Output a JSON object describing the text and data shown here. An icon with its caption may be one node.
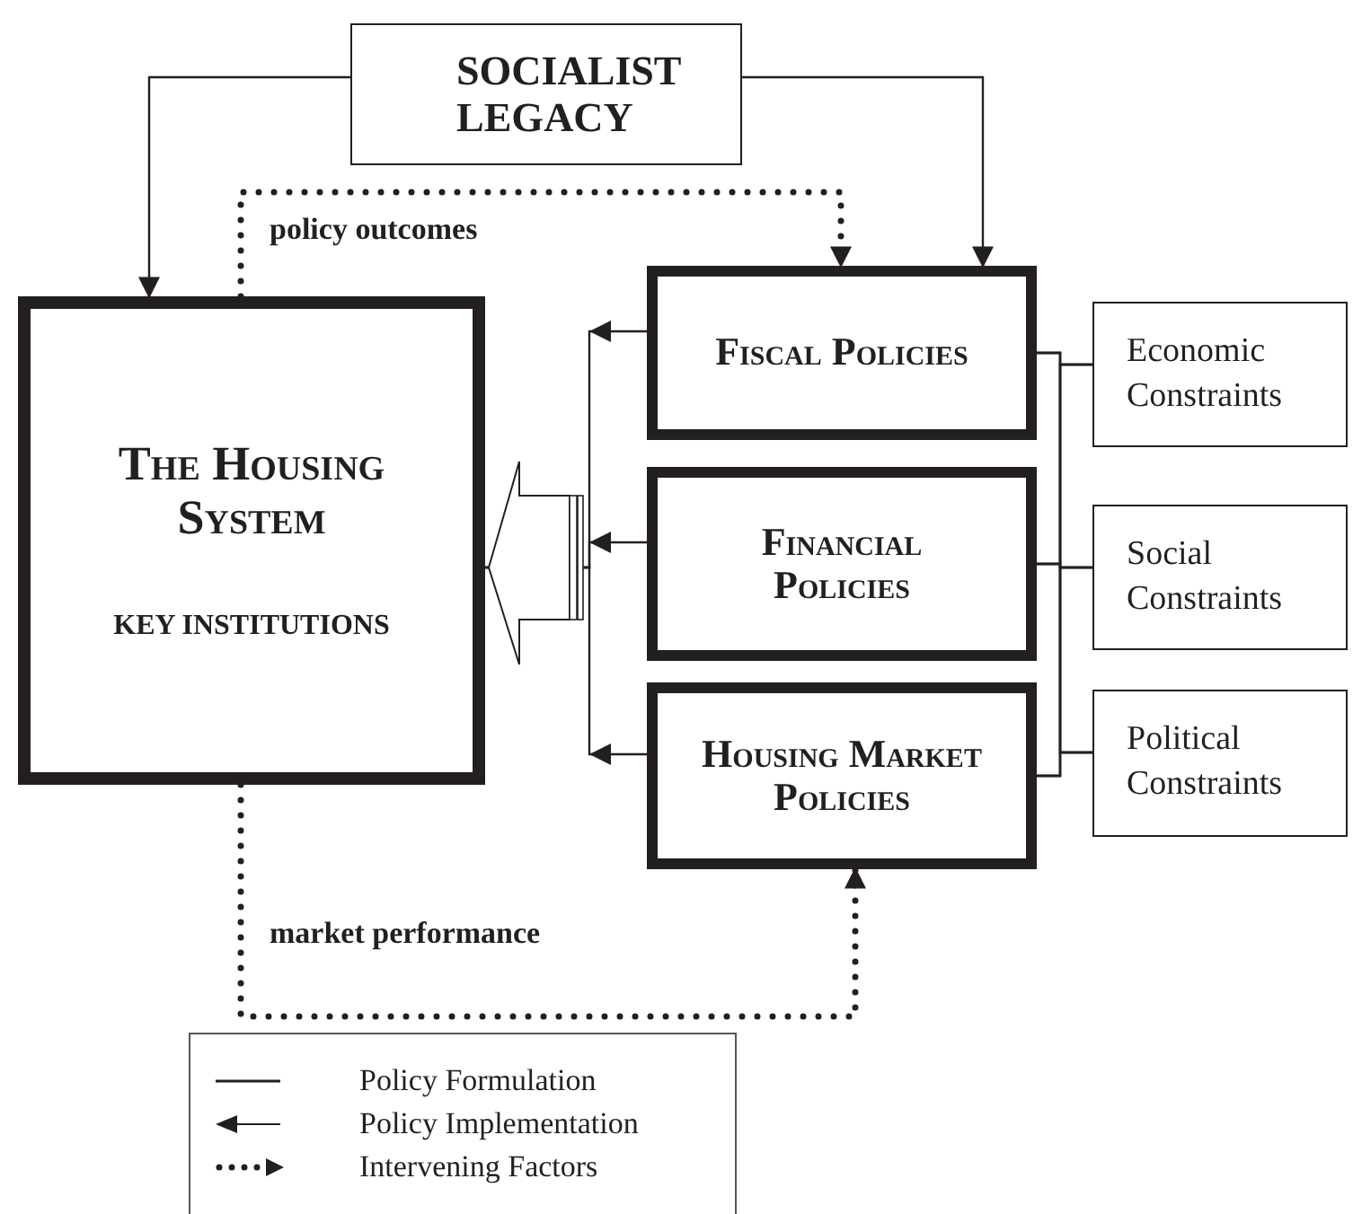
{
  "diagram": {
    "nodes": [
      {
        "text": [
          "SOCIALIST LEGACY"
        ]
      },
      {
        "text": [
          "The Housing System",
          "KEY INSTITUTIONS"
        ]
      },
      {
        "text": [
          "Fiscal Policies"
        ]
      },
      {
        "text": [
          "Financial Policies"
        ]
      },
      {
        "text": [
          "Housing Market Policies"
        ]
      },
      {
        "text": [
          "Economic Constraints"
        ]
      },
      {
        "text": [
          "Social Constraints"
        ]
      },
      {
        "text": [
          "Political Constraints"
        ]
      }
    ],
    "edges": [
      {
        "from": 0,
        "to": 1,
        "arrow": "to"
      },
      {
        "from": 0,
        "to": 2,
        "arrow": "to"
      },
      {
        "from": 1,
        "to": 2,
        "arrow": "to",
        "style": "dashed",
        "label": "policy outcomes"
      },
      {
        "from": 1,
        "to": 4,
        "arrow": "to",
        "style": "dashed",
        "label": "market performance"
      },
      {
        "from": 2,
        "to": 1,
        "arrow": "to"
      },
      {
        "from": 3,
        "to": 1,
        "arrow": "to"
      },
      {
        "from": 4,
        "to": 1,
        "arrow": "to"
      },
      {
        "from": 2,
        "to": 5,
        "arrow": "none"
      },
      {
        "from": 2,
        "to": 6,
        "arrow": "none"
      },
      {
        "from": 2,
        "to": 7,
        "arrow": "none"
      },
      {
        "from": 3,
        "to": 5,
        "arrow": "none"
      },
      {
        "from": 3,
        "to": 6,
        "arrow": "none"
      },
      {
        "from": 3,
        "to": 7,
        "arrow": "none"
      },
      {
        "from": 4,
        "to": 5,
        "arrow": "none"
      },
      {
        "from": 4,
        "to": 6,
        "arrow": "none"
      },
      {
        "from": 4,
        "to": 7,
        "arrow": "none"
      }
    ],
    "legend": [
      {
        "text": "Policy Formulation"
      },
      {
        "text": "Policy Implementation"
      },
      {
        "text": "Intervening Factors"
      }
    ]
  }
}
